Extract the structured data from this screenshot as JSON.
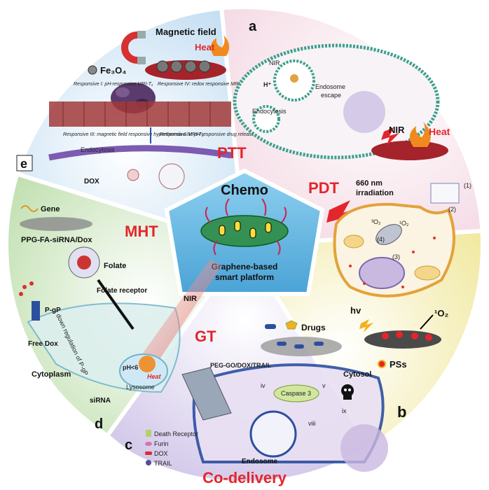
{
  "center": {
    "title": "Chemo",
    "subtitle_line1": "Graphene-based",
    "subtitle_line2": "smart platform"
  },
  "sections": {
    "ptt": {
      "title": "PTT",
      "letter": "a",
      "texts": {
        "nir": "NIR",
        "h": "H⁺",
        "endosome": "Endosome",
        "escape": "escape",
        "endocytosis": "Endocytosis",
        "nir2": "NIR",
        "heat": "Heat"
      }
    },
    "pdt": {
      "title": "PDT",
      "letter": "b",
      "texts": {
        "irr1": "660 nm",
        "irr2": "irradiation",
        "o2a": "³O₂",
        "o2b": "¹O₂",
        "hv": "hv",
        "o2c": "¹O₂",
        "pss": "PSs",
        "n1": "(1)",
        "n2": "(2)",
        "n3": "(3)",
        "n4": "(4)"
      }
    },
    "codelivery": {
      "title": "Co-delivery",
      "letter": "c",
      "texts": {
        "drugs": "Drugs",
        "peg": "PEG-GO/DOX/TRAIL",
        "cytosol": "Cytosol",
        "caspase": "Caspase 3",
        "death": "Death Receptor",
        "furin": "Furin",
        "dox": "DOX",
        "trail": "TRAIL",
        "endosome": "Endosome",
        "iv": "iv",
        "v": "v",
        "ix": "ix",
        "viii": "viii"
      }
    },
    "gt": {
      "title": "GT",
      "letter": "d",
      "texts": {
        "gene": "Gene",
        "ppg": "PPG-FA-siRNA/Dox",
        "folate": "Folate",
        "receptor": "Folate receptor",
        "nir": "NIR",
        "pgp": "P-gP",
        "freedox": "Free Dox",
        "downreg": "down regulation of P-gP",
        "cytoplasm": "Cytoplasm",
        "sirna": "siRNA",
        "ph": "pH<6",
        "heat": "Heat",
        "lysosome": "Lysosome"
      }
    },
    "mht": {
      "title": "MHT",
      "letter": "e",
      "texts": {
        "magnetic": "Magnetic field",
        "heat": "Heat",
        "fe": "Fe₃O₄",
        "r1": "Responsive I: pH-responsive MRI-T₁",
        "r4": "Responsive IV: redox responsive MRI-T₁",
        "r3": "Responsive III: magnetic field responsive hyperthermia & MRI-T₂",
        "r5": "Responsive IV: pH responsive drug release",
        "endo": "Endocytosis",
        "dox": "DOX"
      }
    }
  },
  "colors": {
    "accent_red": "#e3262b",
    "center_blue": "#6fb7e0",
    "ptt_bg": "#f6e3ec",
    "pdt_bg": "#f5f0b8",
    "co_bg": "#ddd5ee",
    "gt_bg": "#cfe6c2",
    "mht_bg": "#d3e7f6"
  }
}
